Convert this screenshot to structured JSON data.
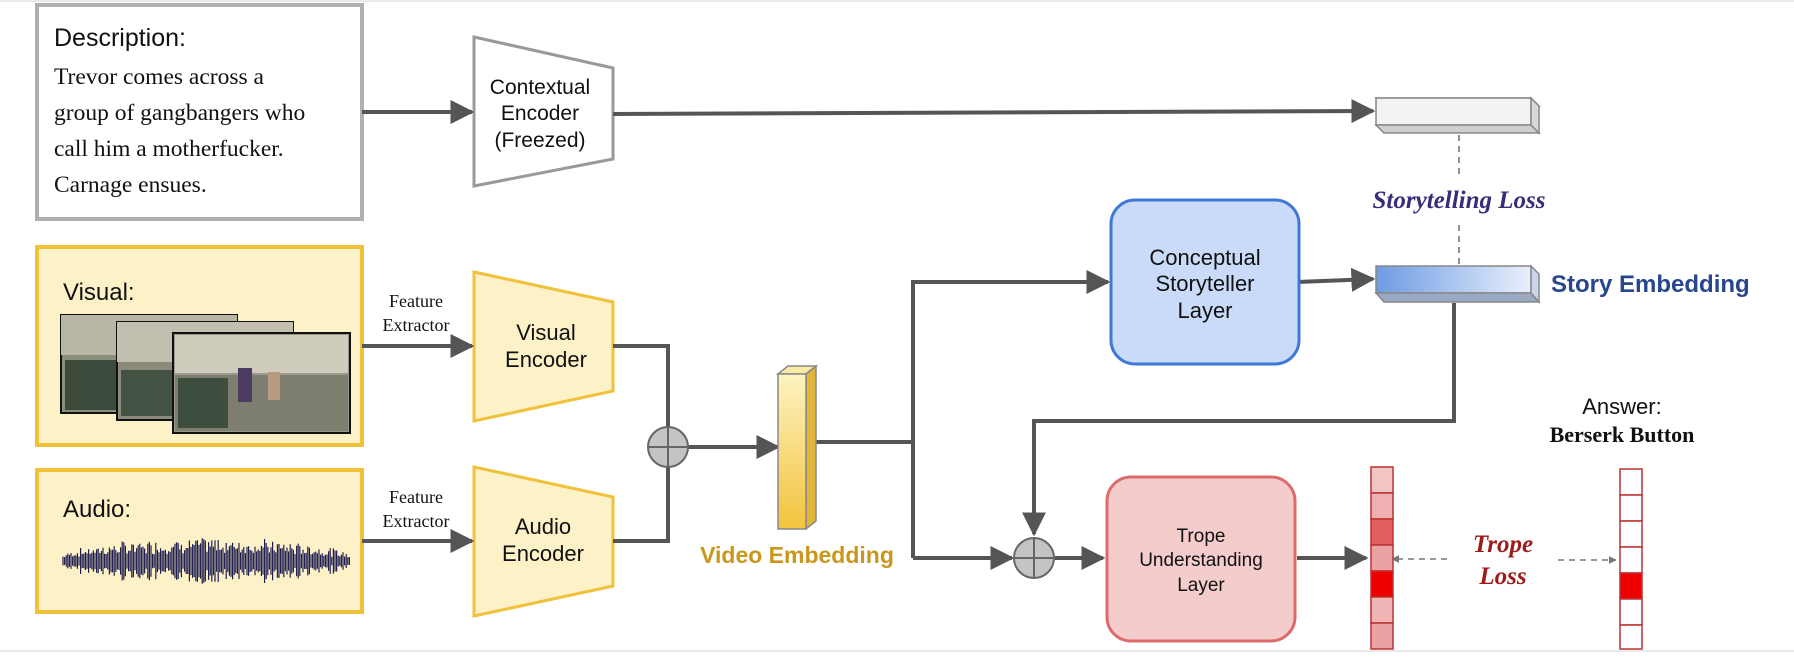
{
  "description": {
    "heading": "Description:",
    "lines": [
      "Trevor comes across a",
      "group of gangbangers who",
      "call him a motherfucker.",
      "Carnage ensues."
    ]
  },
  "visual": {
    "label": "Visual:"
  },
  "audio": {
    "label": "Audio:"
  },
  "feature_extractor": {
    "line1": "Feature",
    "line2": "Extractor"
  },
  "contextual_encoder": {
    "line1": "Contextual",
    "line2": "Encoder",
    "line3": "(Freezed)"
  },
  "visual_encoder": {
    "line1": "Visual",
    "line2": "Encoder"
  },
  "audio_encoder": {
    "line1": "Audio",
    "line2": "Encoder"
  },
  "video_embedding": {
    "label": "Video Embedding"
  },
  "storyteller_layer": {
    "line1": "Conceptual",
    "line2": "Storyteller",
    "line3": "Layer"
  },
  "trope_layer": {
    "line1": "Trope",
    "line2": "Understanding",
    "line3": "Layer"
  },
  "story_embedding": {
    "label": "Story Embedding"
  },
  "storytelling_loss": {
    "label": "Storytelling Loss"
  },
  "trope_loss": {
    "line1": "Trope",
    "line2": "Loss"
  },
  "answer": {
    "label": "Answer:",
    "value": "Berserk Button"
  },
  "colors": {
    "modality_fill": "#fdf1c8",
    "modality_border": "#f0c23c",
    "description_border": "#b0b0b0",
    "storyteller_fill": "#c9dbf8",
    "storyteller_border": "#3f78d6",
    "trope_fill": "#f5cccc",
    "trope_border": "#dd6b6b",
    "arrow": "#555555",
    "video_embedding_text": "#c9971b",
    "story_embedding_text": "#27468e",
    "storytelling_loss_text": "#3b2b7a",
    "trope_loss_text": "#9b1b1b",
    "vector_active": "#ee0000",
    "vector_medium": "#e06060",
    "vector_light": "#f3c4c4"
  }
}
